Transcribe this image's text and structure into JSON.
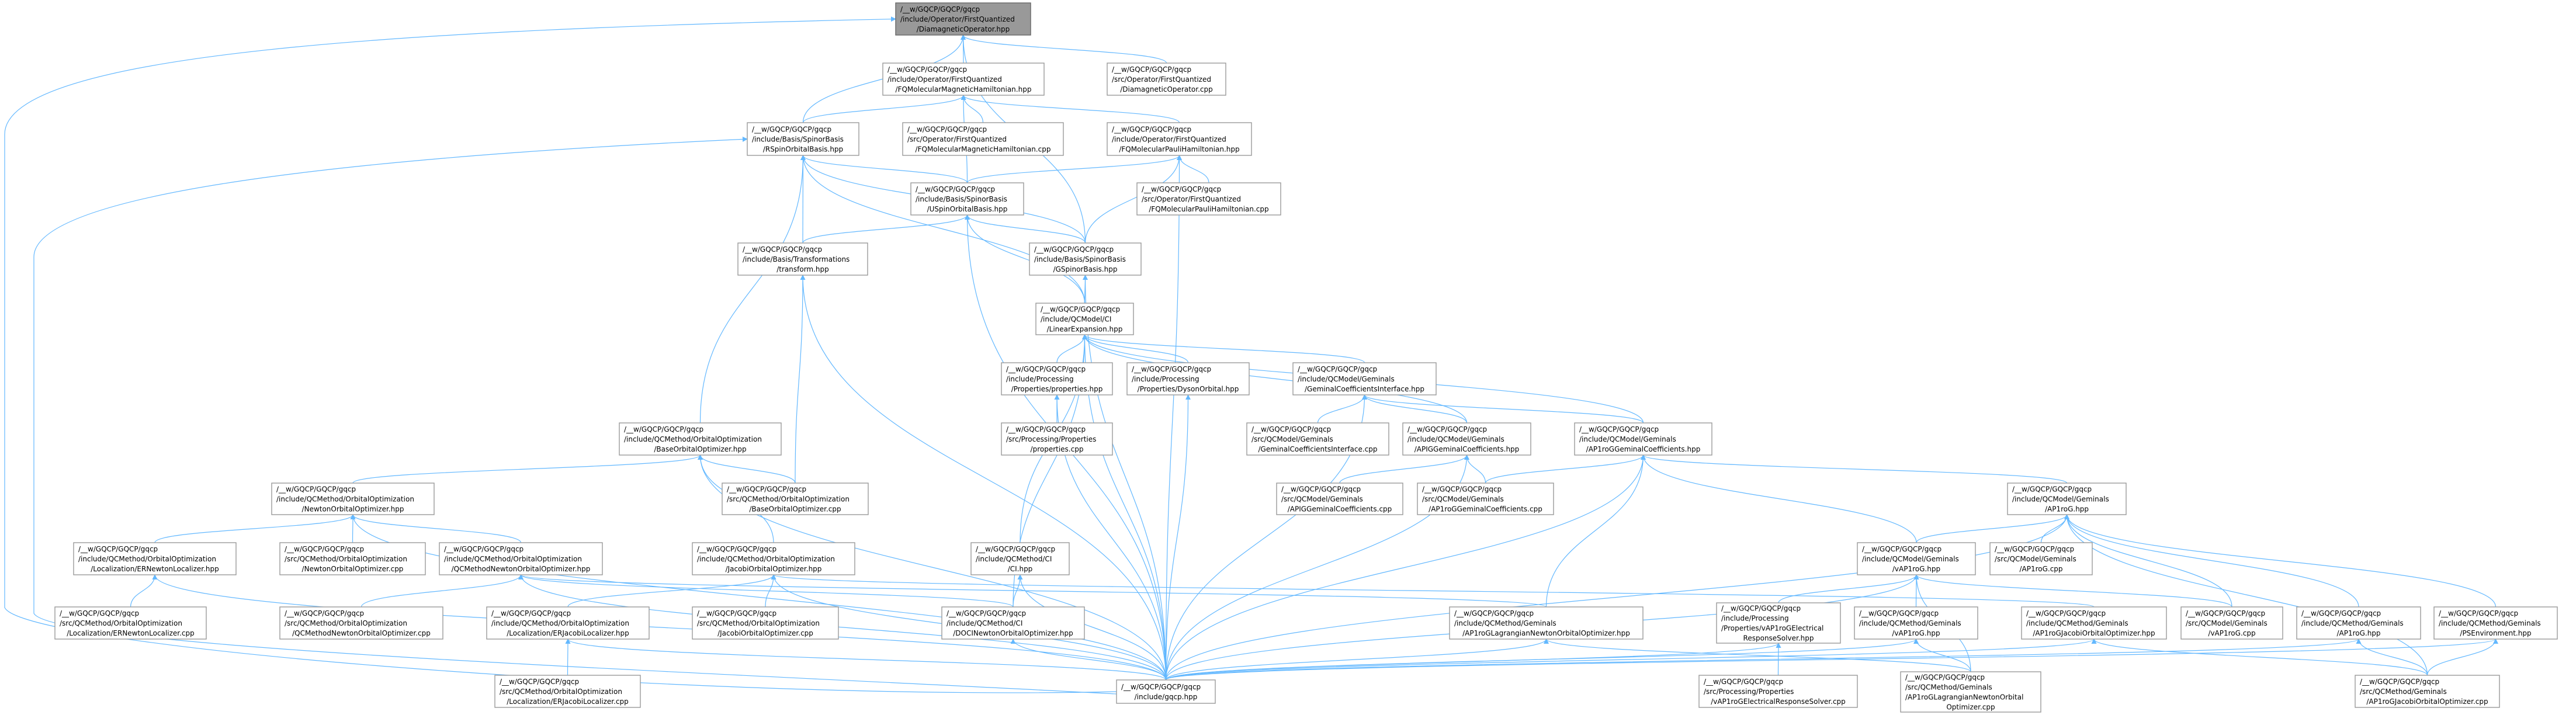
{
  "graph": {
    "type": "include-dependency-graph",
    "colors": {
      "edge": "#63b8ff",
      "node_border": "#999999",
      "root_fill": "#999999"
    },
    "nodes": [
      {
        "id": "root",
        "lines": [
          "/__w/GQCP/GQCP/gqcp",
          "/include/Operator/FirstQuantized",
          "/DiamagneticOperator.hpp"
        ],
        "root": true
      },
      {
        "id": "fqmmh",
        "lines": [
          "/__w/GQCP/GQCP/gqcp",
          "/include/Operator/FirstQuantized",
          "/FQMolecularMagneticHamiltonian.hpp"
        ]
      },
      {
        "id": "diacpp",
        "lines": [
          "/__w/GQCP/GQCP/gqcp",
          "/src/Operator/FirstQuantized",
          "/DiamagneticOperator.cpp"
        ]
      },
      {
        "id": "rspin",
        "lines": [
          "/__w/GQCP/GQCP/gqcp",
          "/include/Basis/SpinorBasis",
          "/RSpinOrbitalBasis.hpp"
        ]
      },
      {
        "id": "fqmmhcpp",
        "lines": [
          "/__w/GQCP/GQCP/gqcp",
          "/src/Operator/FirstQuantized",
          "/FQMolecularMagneticHamiltonian.cpp"
        ]
      },
      {
        "id": "fqmph",
        "lines": [
          "/__w/GQCP/GQCP/gqcp",
          "/include/Operator/FirstQuantized",
          "/FQMolecularPauliHamiltonian.hpp"
        ]
      },
      {
        "id": "uspin",
        "lines": [
          "/__w/GQCP/GQCP/gqcp",
          "/include/Basis/SpinorBasis",
          "/USpinOrbitalBasis.hpp"
        ]
      },
      {
        "id": "fqmphcpp",
        "lines": [
          "/__w/GQCP/GQCP/gqcp",
          "/src/Operator/FirstQuantized",
          "/FQMolecularPauliHamiltonian.cpp"
        ]
      },
      {
        "id": "transform",
        "lines": [
          "/__w/GQCP/GQCP/gqcp",
          "/include/Basis/Transformations",
          "/transform.hpp"
        ]
      },
      {
        "id": "gspinor",
        "lines": [
          "/__w/GQCP/GQCP/gqcp",
          "/include/Basis/SpinorBasis",
          "/GSpinorBasis.hpp"
        ]
      },
      {
        "id": "linexp",
        "lines": [
          "/__w/GQCP/GQCP/gqcp",
          "/include/QCModel/CI",
          "/LinearExpansion.hpp"
        ]
      },
      {
        "id": "props",
        "lines": [
          "/__w/GQCP/GQCP/gqcp",
          "/include/Processing",
          "/Properties/properties.hpp"
        ]
      },
      {
        "id": "dyson",
        "lines": [
          "/__w/GQCP/GQCP/gqcp",
          "/include/Processing",
          "/Properties/DysonOrbital.hpp"
        ]
      },
      {
        "id": "gci",
        "lines": [
          "/__w/GQCP/GQCP/gqcp",
          "/include/QCModel/Geminals",
          "/GeminalCoefficientsInterface.hpp"
        ]
      },
      {
        "id": "baseoo",
        "lines": [
          "/__w/GQCP/GQCP/gqcp",
          "/include/QCMethod/OrbitalOptimization",
          "/BaseOrbitalOptimizer.hpp"
        ]
      },
      {
        "id": "propscpp",
        "lines": [
          "/__w/GQCP/GQCP/gqcp",
          "/src/Processing/Properties",
          "/properties.cpp"
        ]
      },
      {
        "id": "gcicpp",
        "lines": [
          "/__w/GQCP/GQCP/gqcp",
          "/src/QCModel/Geminals",
          "/GeminalCoefficientsInterface.cpp"
        ]
      },
      {
        "id": "apig",
        "lines": [
          "/__w/GQCP/GQCP/gqcp",
          "/include/QCModel/Geminals",
          "/APIGGeminalCoefficients.hpp"
        ]
      },
      {
        "id": "ap1gc",
        "lines": [
          "/__w/GQCP/GQCP/gqcp",
          "/include/QCModel/Geminals",
          "/AP1roGGeminalCoefficients.hpp"
        ]
      },
      {
        "id": "newtonoo",
        "lines": [
          "/__w/GQCP/GQCP/gqcp",
          "/include/QCMethod/OrbitalOptimization",
          "/NewtonOrbitalOptimizer.hpp"
        ]
      },
      {
        "id": "baseoocpp",
        "lines": [
          "/__w/GQCP/GQCP/gqcp",
          "/src/QCMethod/OrbitalOptimization",
          "/BaseOrbitalOptimizer.cpp"
        ]
      },
      {
        "id": "apigcpp",
        "lines": [
          "/__w/GQCP/GQCP/gqcp",
          "/src/QCModel/Geminals",
          "/APIGGeminalCoefficients.cpp"
        ]
      },
      {
        "id": "ap1gccpp",
        "lines": [
          "/__w/GQCP/GQCP/gqcp",
          "/src/QCModel/Geminals",
          "/AP1roGGeminalCoefficients.cpp"
        ]
      },
      {
        "id": "ap1rog",
        "lines": [
          "/__w/GQCP/GQCP/gqcp",
          "/include/QCModel/Geminals",
          "/AP1roG.hpp"
        ]
      },
      {
        "id": "ernl",
        "lines": [
          "/__w/GQCP/GQCP/gqcp",
          "/include/QCMethod/OrbitalOptimization",
          "/Localization/ERNewtonLocalizer.hpp"
        ]
      },
      {
        "id": "newtonoocpp",
        "lines": [
          "/__w/GQCP/GQCP/gqcp",
          "/src/QCMethod/OrbitalOptimization",
          "/NewtonOrbitalOptimizer.cpp"
        ]
      },
      {
        "id": "qcmnoo",
        "lines": [
          "/__w/GQCP/GQCP/gqcp",
          "/include/QCMethod/OrbitalOptimization",
          "/QCMethodNewtonOrbitalOptimizer.hpp"
        ]
      },
      {
        "id": "jacobioo",
        "lines": [
          "/__w/GQCP/GQCP/gqcp",
          "/include/QCMethod/OrbitalOptimization",
          "/JacobiOrbitalOptimizer.hpp"
        ]
      },
      {
        "id": "ci",
        "lines": [
          "/__w/GQCP/GQCP/gqcp",
          "/include/QCMethod/CI",
          "/CI.hpp"
        ]
      },
      {
        "id": "vap1rogm",
        "lines": [
          "/__w/GQCP/GQCP/gqcp",
          "/include/QCModel/Geminals",
          "/vAP1roG.hpp"
        ]
      },
      {
        "id": "ap1rogcpp",
        "lines": [
          "/__w/GQCP/GQCP/gqcp",
          "/src/QCModel/Geminals",
          "/AP1roG.cpp"
        ]
      },
      {
        "id": "ernlcpp",
        "lines": [
          "/__w/GQCP/GQCP/gqcp",
          "/src/QCMethod/OrbitalOptimization",
          "/Localization/ERNewtonLocalizer.cpp"
        ]
      },
      {
        "id": "qcmnoocpp",
        "lines": [
          "/__w/GQCP/GQCP/gqcp",
          "/src/QCMethod/OrbitalOptimization",
          "/QCMethodNewtonOrbitalOptimizer.cpp"
        ]
      },
      {
        "id": "erjl",
        "lines": [
          "/__w/GQCP/GQCP/gqcp",
          "/include/QCMethod/OrbitalOptimization",
          "/Localization/ERJacobiLocalizer.hpp"
        ]
      },
      {
        "id": "jacobioocpp",
        "lines": [
          "/__w/GQCP/GQCP/gqcp",
          "/src/QCMethod/OrbitalOptimization",
          "/JacobiOrbitalOptimizer.cpp"
        ]
      },
      {
        "id": "doci",
        "lines": [
          "/__w/GQCP/GQCP/gqcp",
          "/include/QCMethod/CI",
          "/DOCINewtonOrbitalOptimizer.hpp"
        ]
      },
      {
        "id": "ap1lnoo",
        "lines": [
          "/__w/GQCP/GQCP/gqcp",
          "/include/QCMethod/Geminals",
          "/AP1roGLagrangianNewtonOrbitalOptimizer.hpp"
        ]
      },
      {
        "id": "vresp",
        "lines": [
          "/__w/GQCP/GQCP/gqcp",
          "/include/Processing",
          "/Properties/vAP1roGElectrical",
          "ResponseSolver.hpp"
        ]
      },
      {
        "id": "vap1rogq",
        "lines": [
          "/__w/GQCP/GQCP/gqcp",
          "/include/QCMethod/Geminals",
          "/vAP1roG.hpp"
        ]
      },
      {
        "id": "ap1joo",
        "lines": [
          "/__w/GQCP/GQCP/gqcp",
          "/include/QCMethod/Geminals",
          "/AP1roGJacobiOrbitalOptimizer.hpp"
        ]
      },
      {
        "id": "vap1rogcpp",
        "lines": [
          "/__w/GQCP/GQCP/gqcp",
          "/src/QCModel/Geminals",
          "/vAP1roG.cpp"
        ]
      },
      {
        "id": "ap1rogq",
        "lines": [
          "/__w/GQCP/GQCP/gqcp",
          "/include/QCMethod/Geminals",
          "/AP1roG.hpp"
        ]
      },
      {
        "id": "psenv",
        "lines": [
          "/__w/GQCP/GQCP/gqcp",
          "/include/QCMethod/Geminals",
          "/PSEnvironment.hpp"
        ]
      },
      {
        "id": "erjlcpp",
        "lines": [
          "/__w/GQCP/GQCP/gqcp",
          "/src/QCMethod/OrbitalOptimization",
          "/Localization/ERJacobiLocalizer.cpp"
        ]
      },
      {
        "id": "gqcp",
        "lines": [
          "/__w/GQCP/GQCP/gqcp",
          "/include/gqcp.hpp"
        ]
      },
      {
        "id": "vrespcpp",
        "lines": [
          "/__w/GQCP/GQCP/gqcp",
          "/src/Processing/Properties",
          "/vAP1roGElectricalResponseSolver.cpp"
        ]
      },
      {
        "id": "ap1lnoocpp",
        "lines": [
          "/__w/GQCP/GQCP/gqcp",
          "/src/QCMethod/Geminals",
          "/AP1roGLagrangianNewtonOrbital",
          "Optimizer.cpp"
        ]
      },
      {
        "id": "ap1joocpp",
        "lines": [
          "/__w/GQCP/GQCP/gqcp",
          "/src/QCMethod/Geminals",
          "/AP1roGJacobiOrbitalOptimizer.cpp"
        ]
      }
    ],
    "edges": [
      [
        "fqmmh",
        "root"
      ],
      [
        "diacpp",
        "root"
      ],
      [
        "rspin",
        "root"
      ],
      [
        "gspinor",
        "root"
      ],
      [
        "gqcp",
        "root"
      ],
      [
        "rspin",
        "fqmmh"
      ],
      [
        "uspin",
        "fqmmh"
      ],
      [
        "fqmmhcpp",
        "fqmmh"
      ],
      [
        "fqmph",
        "fqmmh"
      ],
      [
        "gqcp",
        "rspin"
      ],
      [
        "uspin",
        "rspin"
      ],
      [
        "transform",
        "rspin"
      ],
      [
        "linexp",
        "rspin"
      ],
      [
        "gspinor",
        "rspin"
      ],
      [
        "baseoo",
        "rspin"
      ],
      [
        "transform",
        "uspin"
      ],
      [
        "linexp",
        "uspin"
      ],
      [
        "gspinor",
        "uspin"
      ],
      [
        "gqcp",
        "uspin"
      ],
      [
        "uspin",
        "fqmph"
      ],
      [
        "gspinor",
        "fqmph"
      ],
      [
        "fqmphcpp",
        "fqmph"
      ],
      [
        "gqcp",
        "fqmph"
      ],
      [
        "linexp",
        "gspinor"
      ],
      [
        "gqcp",
        "gspinor"
      ],
      [
        "baseoocpp",
        "transform"
      ],
      [
        "gqcp",
        "transform"
      ],
      [
        "props",
        "linexp"
      ],
      [
        "dyson",
        "linexp"
      ],
      [
        "ci",
        "linexp"
      ],
      [
        "doci",
        "linexp"
      ],
      [
        "gqcp",
        "linexp"
      ],
      [
        "gci",
        "linexp"
      ],
      [
        "apig",
        "linexp"
      ],
      [
        "ap1gc",
        "linexp"
      ],
      [
        "propscpp",
        "props"
      ],
      [
        "gqcp",
        "props"
      ],
      [
        "gqcp",
        "dyson"
      ],
      [
        "gcicpp",
        "gci"
      ],
      [
        "apig",
        "gci"
      ],
      [
        "ap1gc",
        "gci"
      ],
      [
        "gqcp",
        "gci"
      ],
      [
        "apigcpp",
        "apig"
      ],
      [
        "ap1gccpp",
        "apig"
      ],
      [
        "gqcp",
        "apig"
      ],
      [
        "ap1gccpp",
        "ap1gc"
      ],
      [
        "ap1lnoo",
        "ap1gc"
      ],
      [
        "gqcp",
        "ap1gc"
      ],
      [
        "ap1rog",
        "ap1gc"
      ],
      [
        "vap1rogm",
        "ap1gc"
      ],
      [
        "vap1rogm",
        "ap1rog"
      ],
      [
        "ap1rogcpp",
        "ap1rog"
      ],
      [
        "vap1rogcpp",
        "ap1rog"
      ],
      [
        "ap1rogq",
        "ap1rog"
      ],
      [
        "psenv",
        "ap1rog"
      ],
      [
        "ap1joocpp",
        "ap1rog"
      ],
      [
        "gqcp",
        "ap1rog"
      ],
      [
        "vresp",
        "vap1rogm"
      ],
      [
        "vap1rogq",
        "vap1rogm"
      ],
      [
        "ap1lnoocpp",
        "vap1rogm"
      ],
      [
        "vap1rogcpp",
        "vap1rogm"
      ],
      [
        "gqcp",
        "vap1rogm"
      ],
      [
        "vrespcpp",
        "vresp"
      ],
      [
        "gqcp",
        "vresp"
      ],
      [
        "ap1lnoocpp",
        "vap1rogq"
      ],
      [
        "gqcp",
        "vap1rogq"
      ],
      [
        "ap1joocpp",
        "ap1joo"
      ],
      [
        "gqcp",
        "ap1joo"
      ],
      [
        "ap1lnoocpp",
        "ap1lnoo"
      ],
      [
        "gqcp",
        "ap1lnoo"
      ],
      [
        "ap1joocpp",
        "ap1rogq"
      ],
      [
        "gqcp",
        "ap1rogq"
      ],
      [
        "ap1joocpp",
        "psenv"
      ],
      [
        "gqcp",
        "psenv"
      ],
      [
        "newtonoo",
        "baseoo"
      ],
      [
        "baseoocpp",
        "baseoo"
      ],
      [
        "jacobioo",
        "baseoo"
      ],
      [
        "gqcp",
        "baseoo"
      ],
      [
        "ernl",
        "newtonoo"
      ],
      [
        "newtonoocpp",
        "newtonoo"
      ],
      [
        "qcmnoo",
        "newtonoo"
      ],
      [
        "gqcp",
        "newtonoo"
      ],
      [
        "ernlcpp",
        "ernl"
      ],
      [
        "gqcp",
        "ernl"
      ],
      [
        "qcmnoocpp",
        "qcmnoo"
      ],
      [
        "gqcp",
        "qcmnoo"
      ],
      [
        "doci",
        "qcmnoo"
      ],
      [
        "ap1lnoo",
        "qcmnoo"
      ],
      [
        "erjl",
        "jacobioo"
      ],
      [
        "jacobioocpp",
        "jacobioo"
      ],
      [
        "gqcp",
        "jacobioo"
      ],
      [
        "ap1joo",
        "jacobioo"
      ],
      [
        "erjlcpp",
        "erjl"
      ],
      [
        "gqcp",
        "erjl"
      ],
      [
        "doci",
        "ci"
      ],
      [
        "gqcp",
        "ci"
      ],
      [
        "gqcp",
        "doci"
      ]
    ]
  }
}
